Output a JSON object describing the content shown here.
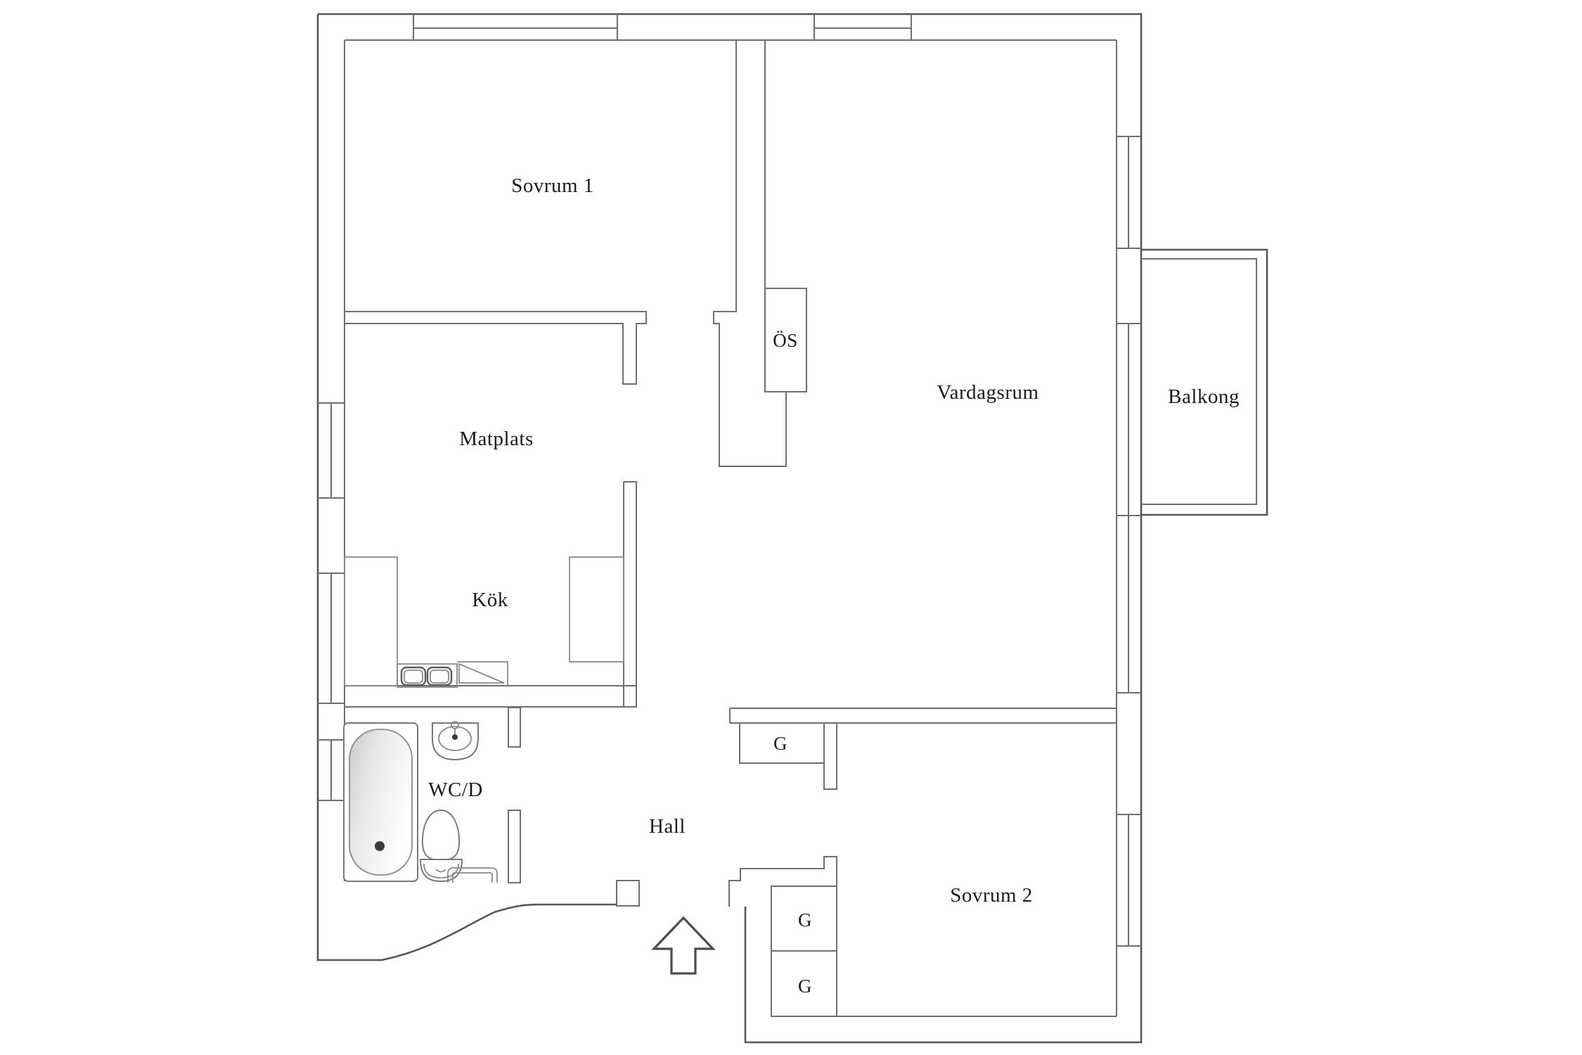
{
  "title": "Apartment floor plan",
  "colors": {
    "wall_line": "#6f6f6f",
    "wall_dark": "#565656",
    "fixture_line": "#7a7a7a",
    "text": "#1b1b1b",
    "tub_shade": "#c9c9c9"
  },
  "rooms": {
    "sovrum1": {
      "label": "Sovrum 1"
    },
    "matplats": {
      "label": "Matplats"
    },
    "kok": {
      "label": "Kök"
    },
    "os": {
      "label": "ÖS"
    },
    "vardagsrum": {
      "label": "Vardagsrum"
    },
    "balkong": {
      "label": "Balkong"
    },
    "wcd": {
      "label": "WC/D"
    },
    "hall": {
      "label": "Hall"
    },
    "sovrum2": {
      "label": "Sovrum 2"
    },
    "closet_hall": {
      "label": "G"
    },
    "closet_sovrum2_a": {
      "label": "G"
    },
    "closet_sovrum2_b": {
      "label": "G"
    }
  },
  "icons": {
    "entrance_arrow": "up-arrow"
  }
}
